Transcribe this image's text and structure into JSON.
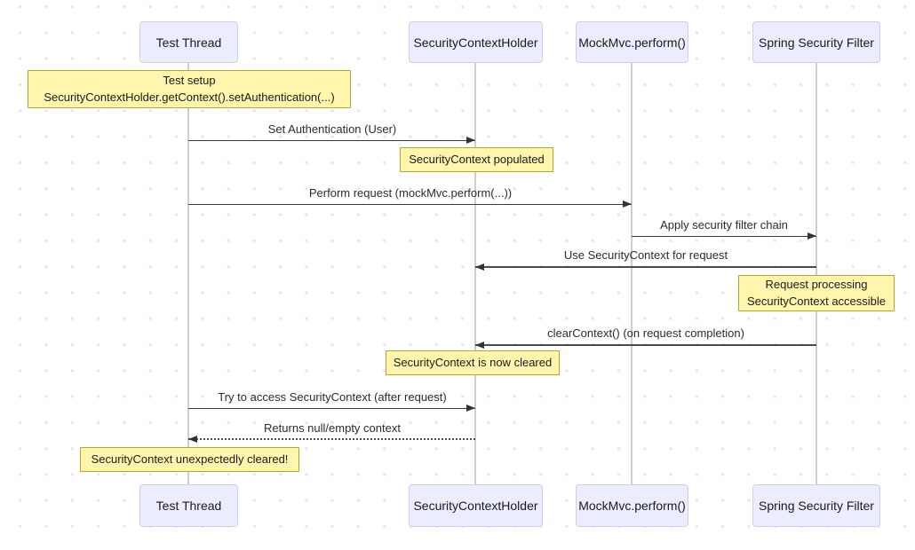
{
  "diagram_type": "sequence-diagram",
  "participants": [
    {
      "label": "Test Thread"
    },
    {
      "label": "SecurityContextHolder"
    },
    {
      "label": "MockMvc.perform()"
    },
    {
      "label": "Spring Security Filter"
    }
  ],
  "messages": [
    {
      "from": "Test Thread",
      "to": "SecurityContextHolder",
      "text": "Set Authentication (User)",
      "line": "solid",
      "direction": "right"
    },
    {
      "from": "Test Thread",
      "to": "MockMvc.perform()",
      "text": "Perform request (mockMvc.perform(...))",
      "line": "solid",
      "direction": "right"
    },
    {
      "from": "MockMvc.perform()",
      "to": "Spring Security Filter",
      "text": "Apply security filter chain",
      "line": "solid",
      "direction": "right"
    },
    {
      "from": "Spring Security Filter",
      "to": "SecurityContextHolder",
      "text": "Use SecurityContext for request",
      "line": "solid",
      "direction": "left"
    },
    {
      "from": "Spring Security Filter",
      "to": "SecurityContextHolder",
      "text": "clearContext() (on request completion)",
      "line": "solid",
      "direction": "left"
    },
    {
      "from": "Test Thread",
      "to": "SecurityContextHolder",
      "text": "Try to access SecurityContext (after request)",
      "line": "solid",
      "direction": "right"
    },
    {
      "from": "SecurityContextHolder",
      "to": "Test Thread",
      "text": "Returns null/empty context",
      "line": "dotted",
      "direction": "left"
    }
  ],
  "notes": [
    {
      "over": "Test Thread",
      "lines": [
        "Test setup",
        "SecurityContextHolder.getContext().setAuthentication(...)"
      ]
    },
    {
      "over": "SecurityContextHolder",
      "lines": [
        "SecurityContext populated"
      ]
    },
    {
      "over": "Spring Security Filter",
      "lines": [
        "Request processing",
        "SecurityContext accessible"
      ]
    },
    {
      "over": "SecurityContextHolder",
      "lines": [
        "SecurityContext is now cleared"
      ]
    },
    {
      "over": "Test Thread",
      "lines": [
        "SecurityContext unexpectedly cleared!"
      ]
    }
  ],
  "colors": {
    "actor_fill": "#ECECFF",
    "actor_border": "#CFCFEC",
    "note_fill": "#FFF5AD",
    "note_border": "#AAAA33",
    "lifeline": "#CCCCDD",
    "arrow": "#333333",
    "text": "#2B2B2B",
    "background": "#FFFFFF",
    "background_dot": "#E3E3E9"
  }
}
